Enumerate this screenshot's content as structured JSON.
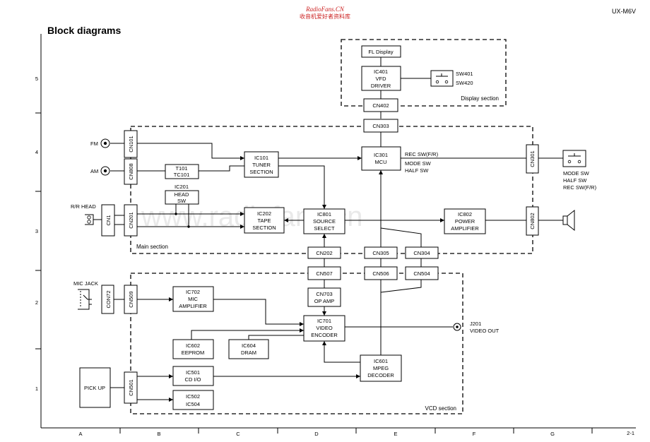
{
  "header": {
    "model": "UX-M6V",
    "title": "Block diagrams",
    "watermark_line1": "RadioFans.CN",
    "watermark_line2": "收音机爱好者资料库",
    "background_watermark": "www.radiofans.cn",
    "page_number": "2-1"
  },
  "grid": {
    "rows": [
      "5",
      "4",
      "3",
      "2",
      "1"
    ],
    "columns": [
      "A",
      "B",
      "C",
      "D",
      "E",
      "F",
      "G"
    ]
  },
  "sections": {
    "display": "Display section",
    "main": "Main section",
    "vcd": "VCD section"
  },
  "blocks": {
    "fl_display": [
      "FL Display"
    ],
    "ic401": [
      "IC401",
      "VFD",
      "DRIVER"
    ],
    "cn402": [
      "CN402"
    ],
    "cn303": [
      "CN303"
    ],
    "cn101": [
      "CN101"
    ],
    "cn808": [
      "CN808"
    ],
    "t101": [
      "T101",
      "TC101"
    ],
    "ic101": [
      "IC101",
      "TUNER",
      "SECTION"
    ],
    "ic301": [
      "IC301",
      "MCU"
    ],
    "cn301": [
      "CN301"
    ],
    "ic201": [
      "IC201",
      "HEAD",
      "SW"
    ],
    "cn1": [
      "CN1"
    ],
    "cn201": [
      "CN201"
    ],
    "ic202": [
      "IC202",
      "TAPE",
      "SECTION"
    ],
    "ic801": [
      "IC801",
      "SOURCE",
      "SELECT"
    ],
    "ic802": [
      "IC802",
      "POWER",
      "AMPLIFIER"
    ],
    "cn802": [
      "CN802"
    ],
    "cn202": [
      "CN202"
    ],
    "cn305": [
      "CN305"
    ],
    "cn304": [
      "CN304"
    ],
    "cn507": [
      "CN507"
    ],
    "cn506": [
      "CN506"
    ],
    "cn504": [
      "CN504"
    ],
    "cn72": [
      "CON72"
    ],
    "cn509": [
      "CN509"
    ],
    "ic702": [
      "IC702",
      "MIC",
      "AMPLIFIER"
    ],
    "cn703": [
      "CN703",
      "OP AMP"
    ],
    "ic701": [
      "IC701",
      "VIDEO",
      "ENCODER"
    ],
    "ic602": [
      "IC602",
      "EEPROM"
    ],
    "ic604": [
      "IC604",
      "DRAM"
    ],
    "ic601": [
      "IC601",
      "MPEG",
      "DECODER"
    ],
    "pickup": [
      "PICK UP"
    ],
    "cn501": [
      "CN501"
    ],
    "ic501": [
      "IC501",
      "CD I/O"
    ],
    "ic502": [
      "IC502",
      "IC504"
    ]
  },
  "labels": {
    "sw401": "SW401",
    "sw420": "SW420",
    "fm": "FM",
    "am": "AM",
    "rr_head": "R/R HEAD",
    "mic_jack": "MIC JACK",
    "rec_sw_fr": "REC SW(F/R)",
    "mode_sw": "MODE SW",
    "half_sw": "HALF SW",
    "ext_mode_sw": "MODE SW",
    "ext_half_sw": "HALF SW",
    "ext_rec_sw": "REC SW(F/R)",
    "j201": "J201",
    "video_out": "VIDEO OUT"
  }
}
